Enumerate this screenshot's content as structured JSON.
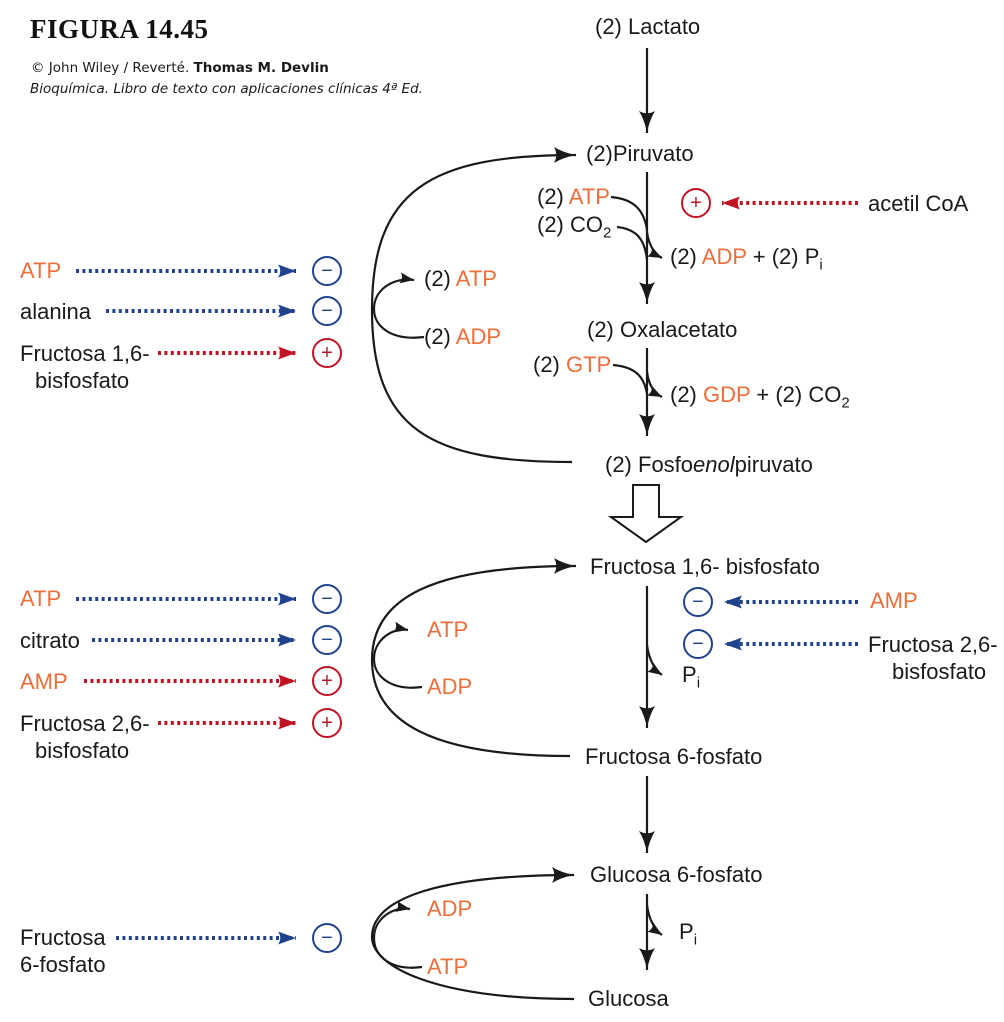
{
  "colors": {
    "orange": "#ED6E3A",
    "blue": "#21438D",
    "red": "#C01425",
    "ink": "#1A1A1A",
    "background": "#FFFFFF"
  },
  "header": {
    "figure_label": "FIGURA 14.45",
    "credit": "© John Wiley / Reverté",
    "credit_sep": ". ",
    "credit_author": "Thomas M. Devlin",
    "credit_book": "Bioquímica. Libro de texto con aplicaciones clínicas 4ª Ed."
  },
  "pathway": {
    "lactato": "(2) Lactato",
    "piruvato": "(2)Piruvato",
    "oxalacetato": "(2) Oxalacetato",
    "pep_p1": "(2) Fosfo",
    "pep_em": "enol",
    "pep_p2": "piruvato",
    "f16bp": "Fructosa 1,6- bisfosfato",
    "f6p": "Fructosa 6-fosfato",
    "g6p": "Glucosa 6-fosfato",
    "glucosa": "Glucosa"
  },
  "cofactors": {
    "s1_atp_pre": "(2) ",
    "s1_atp": "ATP",
    "s1_co2_pre": "(2) CO",
    "s1_co2_sub": "2",
    "s1_adp_pre": "(2) ",
    "s1_adp": "ADP",
    "s1_adp_post": " + (2) P",
    "s1_adp_sub": "i",
    "s1_gtp_pre": "(2) ",
    "s1_gtp": "GTP",
    "s1_gdp_pre": "(2) ",
    "s1_gdp": "GDP",
    "s1_gdp_post": " + (2) CO",
    "s1_gdp_sub": "2",
    "loop1_atp_pre": "(2) ",
    "loop1_atp": "ATP",
    "loop1_adp_pre": "(2) ",
    "loop1_adp": "ADP",
    "loop2_atp": "ATP",
    "loop2_adp": "ADP",
    "loop3_adp": "ADP",
    "loop3_atp": "ATP",
    "pi2_base": "P",
    "pi2_sub": "i",
    "pi3_base": "P",
    "pi3_sub": "i"
  },
  "regulators": {
    "left1": [
      {
        "label": "ATP",
        "sign": "−"
      },
      {
        "label": "alanina",
        "sign": "−"
      },
      {
        "label": "Fructosa 1,6-",
        "label2": "bisfosfato",
        "sign": "+"
      }
    ],
    "left2": [
      {
        "label": "ATP",
        "sign": "−"
      },
      {
        "label": "citrato",
        "sign": "−"
      },
      {
        "label": "AMP",
        "sign": "+"
      },
      {
        "label": "Fructosa 2,6-",
        "label2": "bisfosfato",
        "sign": "+"
      }
    ],
    "left3": [
      {
        "label": "Fructosa",
        "label2": "6-fosfato",
        "sign": "−"
      }
    ],
    "right1": [
      {
        "label": "acetil CoA",
        "sign": "+"
      }
    ],
    "right2": [
      {
        "label": "AMP",
        "sign": "−"
      },
      {
        "label": "Fructosa 2,6-",
        "label2": "bisfosfato",
        "sign": "−"
      }
    ]
  }
}
